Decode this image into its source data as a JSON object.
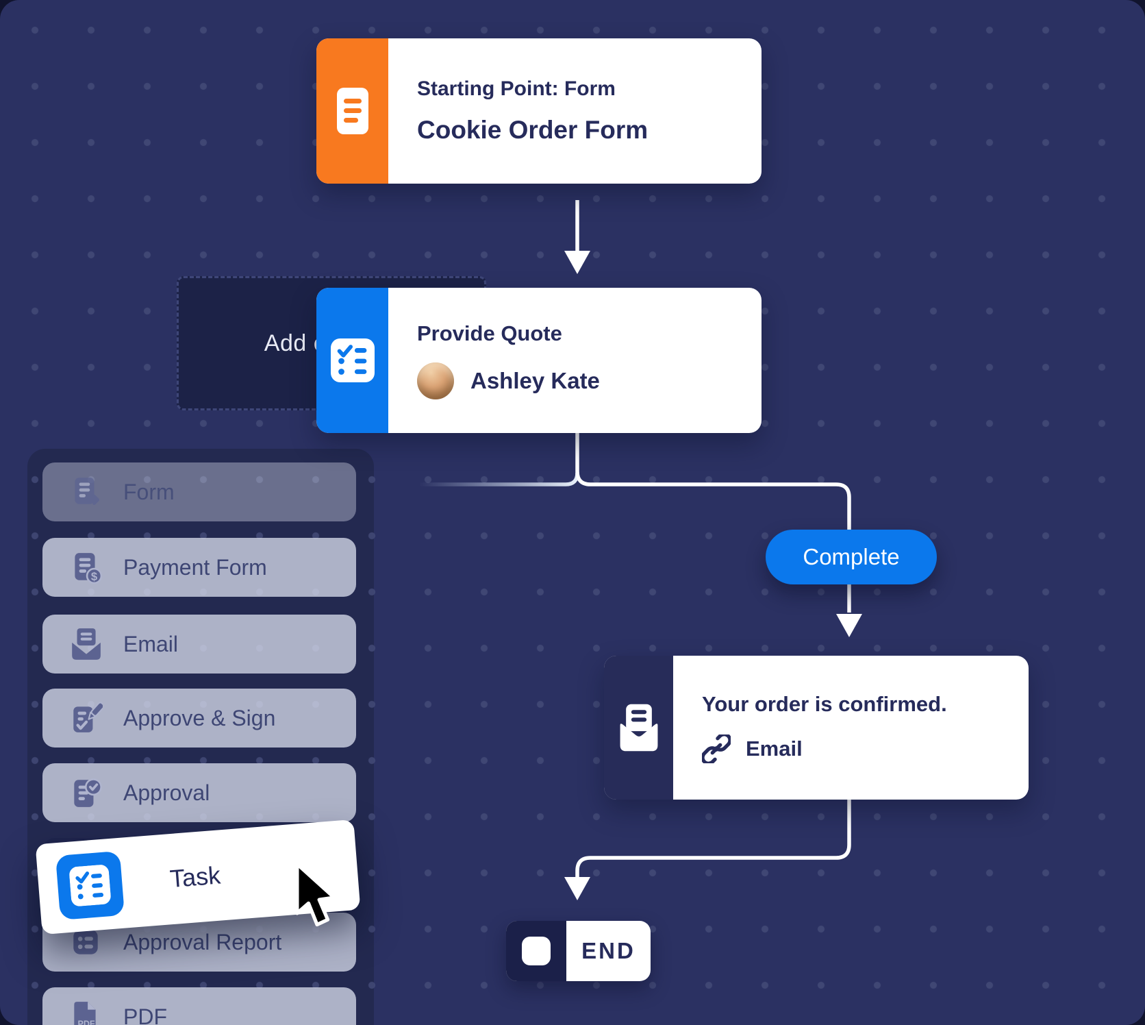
{
  "colors": {
    "background": "#2B3162",
    "accent_orange": "#F8791F",
    "accent_blue": "#0B78EC",
    "navy_text": "#262B5B",
    "email_block": "#272C59",
    "end_block": "#1B2049"
  },
  "flow": {
    "start_node": {
      "type_label": "Starting Point: Form",
      "title": "Cookie Order Form"
    },
    "quote_node": {
      "title": "Provide Quote",
      "assignee": "Ashley Kate"
    },
    "branch_pill": {
      "label": "Complete"
    },
    "email_node": {
      "title": "Your order is confirmed.",
      "link_label": "Email"
    },
    "end_node": {
      "label": "END"
    }
  },
  "canvas": {
    "add_element_label": "Add element"
  },
  "sidebar": {
    "items": [
      {
        "label": "Form",
        "icon": "form-arrow-icon"
      },
      {
        "label": "Payment Form",
        "icon": "payment-form-icon"
      },
      {
        "label": "Email",
        "icon": "email-envelope-icon"
      },
      {
        "label": "Approve & Sign",
        "icon": "approve-sign-icon"
      },
      {
        "label": "Approval",
        "icon": "approval-icon"
      },
      {
        "label": "Approval Report",
        "icon": "approval-report-icon"
      },
      {
        "label": "PDF",
        "icon": "pdf-icon"
      }
    ],
    "dollar_glyph": "$"
  },
  "drag_item": {
    "label": "Task"
  }
}
